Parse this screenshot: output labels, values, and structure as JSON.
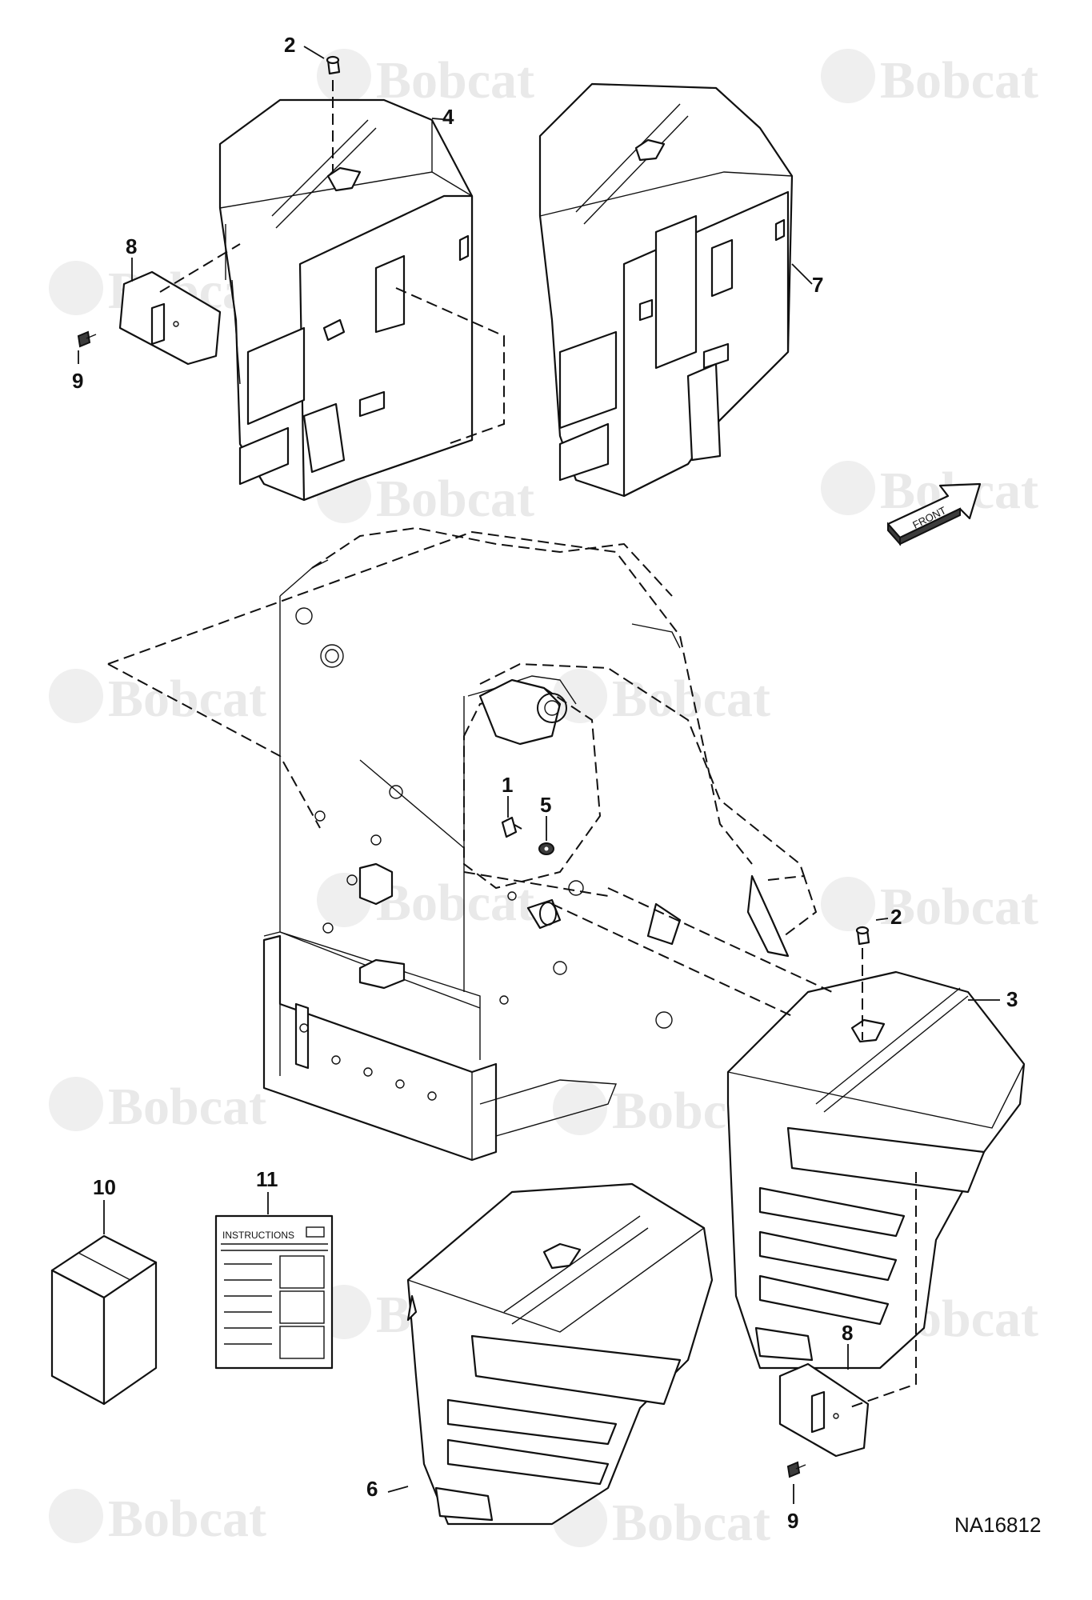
{
  "drawing": {
    "drawing_id": "NA16812",
    "watermark_text": "Bobcat",
    "watermark_color": "#e9e9e9",
    "line_color": "#111111"
  },
  "direction_arrow": {
    "label": "FRONT"
  },
  "instructions_sheet": {
    "title": "INSTRUCTIONS"
  },
  "callouts": [
    {
      "id": "2",
      "label": "2"
    },
    {
      "id": "4",
      "label": "4"
    },
    {
      "id": "8",
      "label": "8"
    },
    {
      "id": "9",
      "label": "9"
    },
    {
      "id": "7",
      "label": "7"
    },
    {
      "id": "1",
      "label": "1"
    },
    {
      "id": "5",
      "label": "5"
    },
    {
      "id": "2",
      "label": "2"
    },
    {
      "id": "3",
      "label": "3"
    },
    {
      "id": "10",
      "label": "10"
    },
    {
      "id": "11",
      "label": "11"
    },
    {
      "id": "8",
      "label": "8"
    },
    {
      "id": "6",
      "label": "6"
    },
    {
      "id": "9",
      "label": "9"
    }
  ]
}
